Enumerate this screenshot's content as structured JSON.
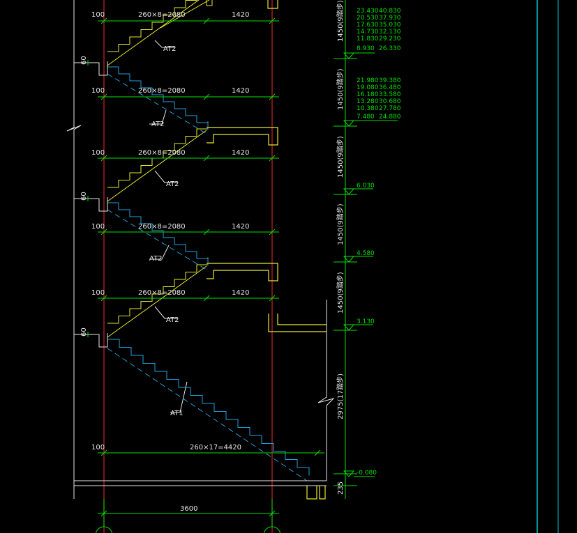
{
  "dims": {
    "d100": "100",
    "run8": "260×8=2080",
    "run17": "260×17=4420",
    "landing": "1420",
    "total": "3600",
    "h1450": "1450(9踏步)",
    "h2975": "2975(17踏步)",
    "h235": "235",
    "d60": "60"
  },
  "labels": {
    "at2": "AT2",
    "at1": "AT1"
  },
  "elevations": {
    "group1_left": [
      "23.430",
      "20.530",
      "17.630",
      "14.730",
      "11.830",
      "8.930"
    ],
    "group1_right": [
      "40.830",
      "37.930",
      "35.030",
      "32.130",
      "29.230",
      "26.330"
    ],
    "group2_left": [
      "21.980",
      "19.080",
      "16.180",
      "13.280",
      "10.380",
      "7.480"
    ],
    "group2_right": [
      "39.380",
      "36.480",
      "33.580",
      "30.680",
      "27.780",
      "24.880"
    ],
    "e6030": "6.030",
    "e4580": "4.580",
    "e3130": "3.130",
    "e0080": "-0.080"
  },
  "colors": {
    "red_axis": "#d02020",
    "yellow_stair": "#e8e830",
    "cyan_stair": "#20a0e0",
    "green_dim": "#00e000",
    "white": "#e8e8e8",
    "cyan_border": "#00c8c8"
  }
}
